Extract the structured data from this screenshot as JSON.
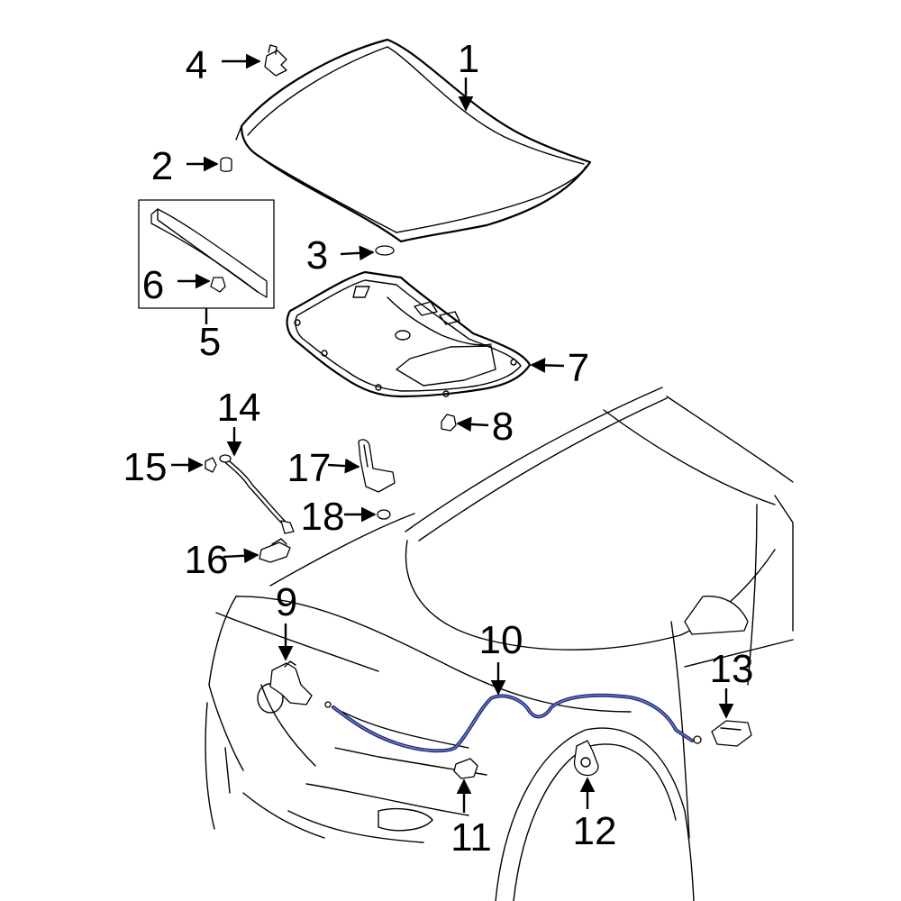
{
  "diagram": {
    "callouts": [
      "1",
      "2",
      "3",
      "4",
      "5",
      "6",
      "7",
      "8",
      "9",
      "10",
      "11",
      "12",
      "13",
      "14",
      "15",
      "16",
      "17",
      "18"
    ],
    "colors": {
      "line": "#000000",
      "cable": "#1c2a7a",
      "background": "#ffffff"
    }
  }
}
